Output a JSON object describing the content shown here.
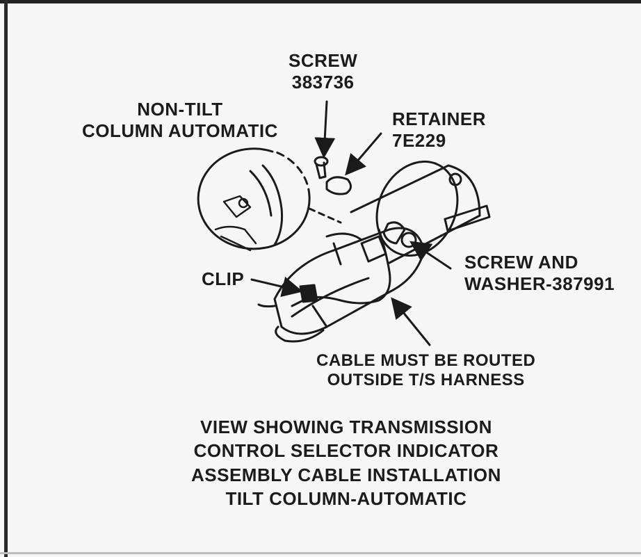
{
  "labels": {
    "screw": {
      "line1": "SCREW",
      "line2": "383736"
    },
    "non_tilt": {
      "line1": "NON-TILT",
      "line2": "COLUMN AUTOMATIC"
    },
    "retainer": {
      "line1": "RETAINER",
      "line2": "7E229"
    },
    "clip": "CLIP",
    "screw_washer": {
      "line1": "SCREW AND",
      "line2": "WASHER-387991"
    },
    "cable_note": {
      "line1": "CABLE MUST BE ROUTED",
      "line2": "OUTSIDE T/S HARNESS"
    }
  },
  "caption": {
    "line1": "VIEW SHOWING TRANSMISSION",
    "line2": "CONTROL SELECTOR INDICATOR",
    "line3": "ASSEMBLY CABLE INSTALLATION",
    "line4": "TILT COLUMN-AUTOMATIC"
  }
}
